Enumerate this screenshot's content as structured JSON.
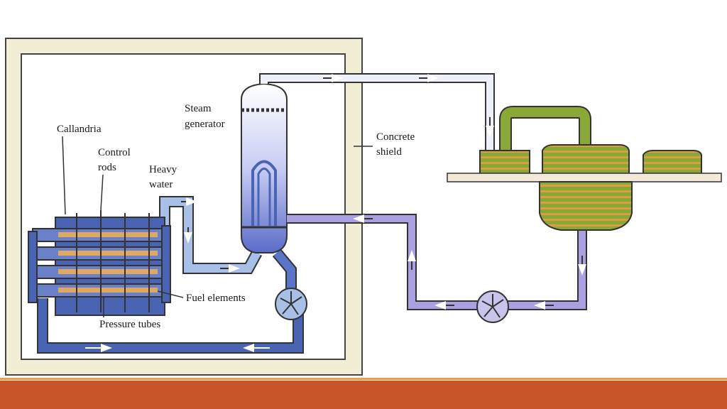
{
  "labels": {
    "callandria": "Callandria",
    "control_rods_1": "Control",
    "control_rods_2": "rods",
    "heavy_water_1": "Heavy",
    "heavy_water_2": "water",
    "steam_generator_1": "Steam",
    "steam_generator_2": "generator",
    "concrete_shield_1": "Concrete",
    "concrete_shield_2": "shield",
    "fuel_elements": "Fuel elements",
    "pressure_tubes": "Pressure tubes"
  },
  "colors": {
    "primary_loop": "#4a64b4",
    "secondary_loop": "#a8a0e0",
    "turbine": "#8aa838",
    "shield": "#f2eed6",
    "footer": "#c8552a"
  }
}
